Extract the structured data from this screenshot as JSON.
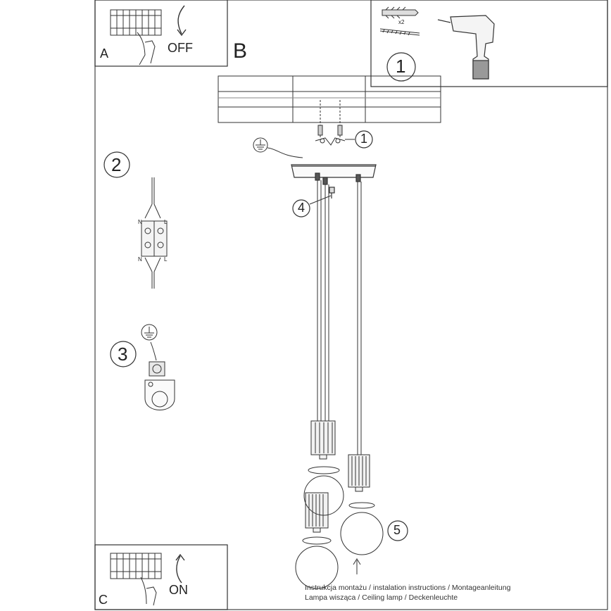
{
  "panels": {
    "a": {
      "label": "A",
      "state": "OFF"
    },
    "b": {
      "label": "B"
    },
    "c": {
      "label": "C",
      "state": "ON"
    }
  },
  "steps": {
    "tools": "1",
    "mount": "1",
    "wiring": "2",
    "earth": "3",
    "screw": "4",
    "bulbs": "5"
  },
  "parts": {
    "anchor_qty": "x2"
  },
  "terminal_letters": {
    "n_top": "N",
    "l_top": "L",
    "n_bottom": "N",
    "l_bottom": "L"
  },
  "footer": {
    "line1": "Instrukcja montażu / instalation instructions / Montageanleitung",
    "line2": "Lampa wisząca / Ceiling lamp / Deckenleuchte"
  }
}
